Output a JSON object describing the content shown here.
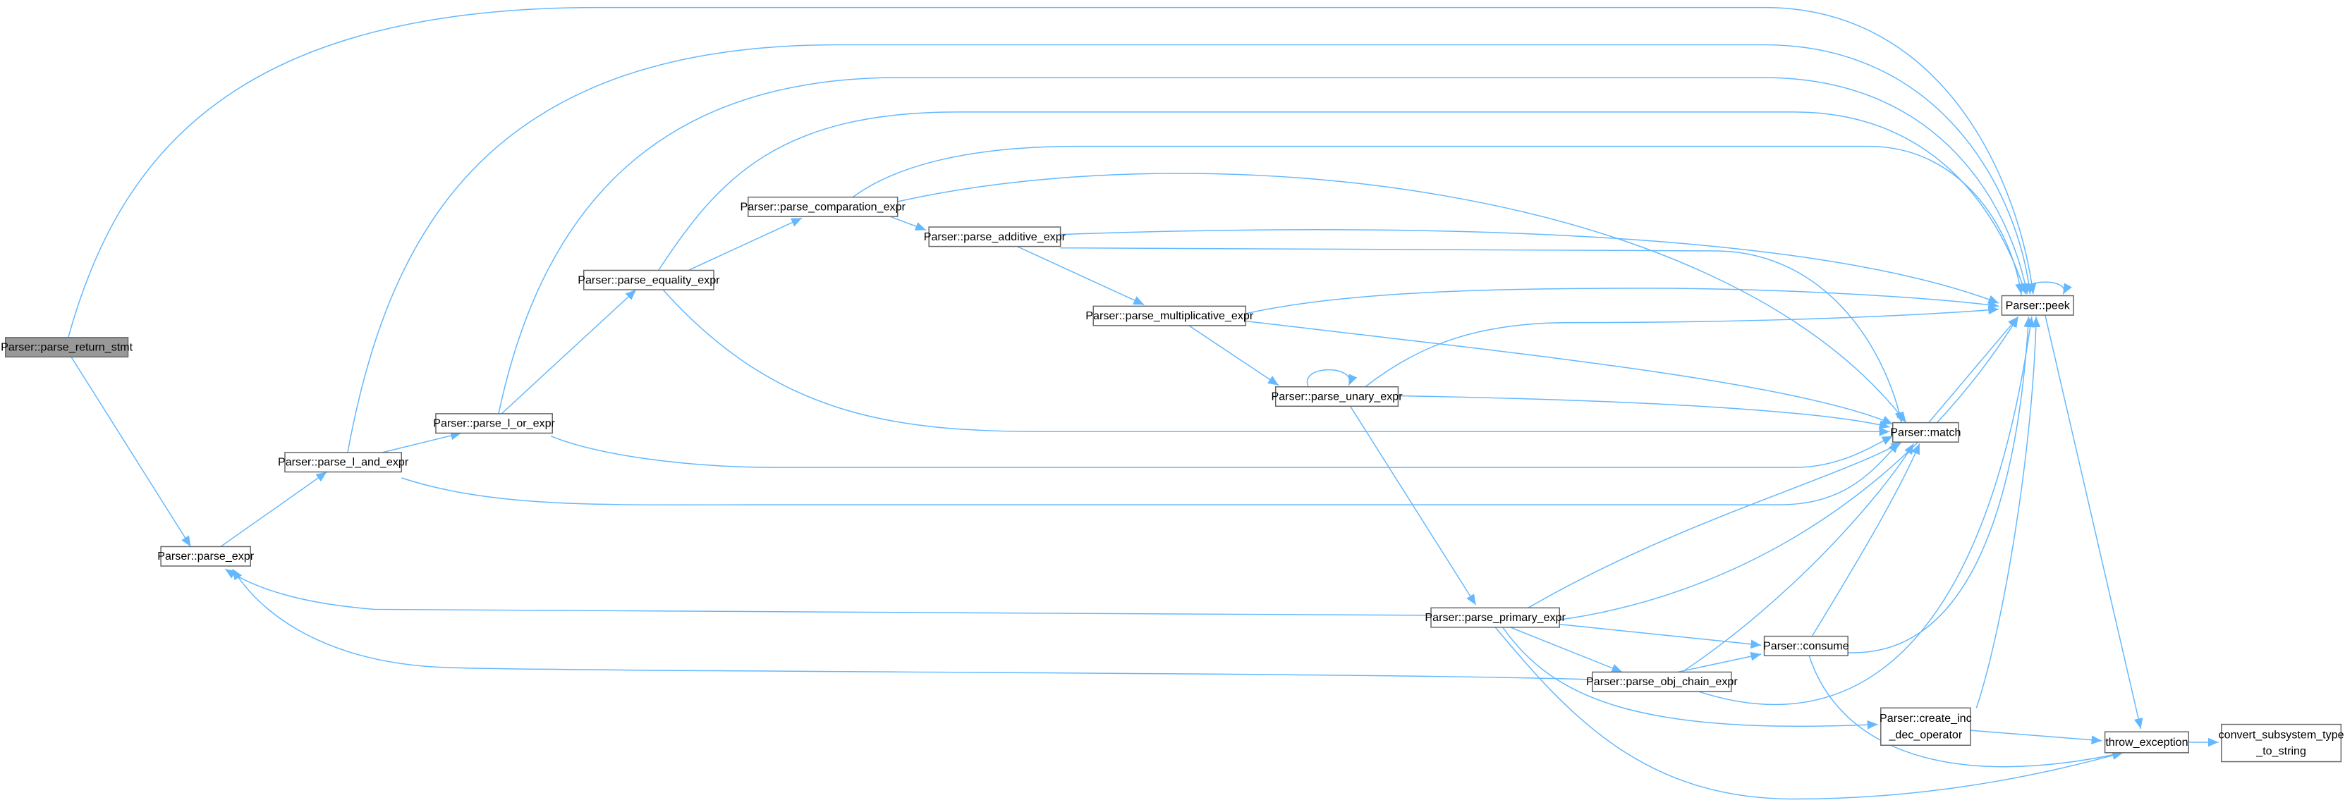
{
  "graph": {
    "title": "call graph",
    "edge_color": "#63b8ff",
    "nodes": [
      {
        "id": "parse_return_stmt",
        "label": "Parser::parse_return_stmt"
      },
      {
        "id": "parse_expr",
        "label": "Parser::parse_expr"
      },
      {
        "id": "parse_l_and_expr",
        "label": "Parser::parse_l_and_expr"
      },
      {
        "id": "parse_l_or_expr",
        "label": "Parser::parse_l_or_expr"
      },
      {
        "id": "parse_equality_expr",
        "label": "Parser::parse_equality_expr"
      },
      {
        "id": "parse_comparation_expr",
        "label": "Parser::parse_comparation_expr"
      },
      {
        "id": "parse_additive_expr",
        "label": "Parser::parse_additive_expr"
      },
      {
        "id": "parse_multiplicative_expr",
        "label": "Parser::parse_multiplicative_expr"
      },
      {
        "id": "parse_unary_expr",
        "label": "Parser::parse_unary_expr"
      },
      {
        "id": "match",
        "label": "Parser::match"
      },
      {
        "id": "peek",
        "label": "Parser::peek"
      },
      {
        "id": "parse_primary_expr",
        "label": "Parser::parse_primary_expr"
      },
      {
        "id": "consume",
        "label": "Parser::consume"
      },
      {
        "id": "parse_obj_chain_expr",
        "label": "Parser::parse_obj_chain_expr"
      },
      {
        "id": "create_inc_dec_operator",
        "label_line1": "Parser::create_inc",
        "label_line2": "_dec_operator"
      },
      {
        "id": "throw_exception",
        "label": "throw_exception"
      },
      {
        "id": "convert_subsystem_type_to_string",
        "label_line1": "convert_subsystem_type",
        "label_line2": "_to_string"
      }
    ]
  }
}
